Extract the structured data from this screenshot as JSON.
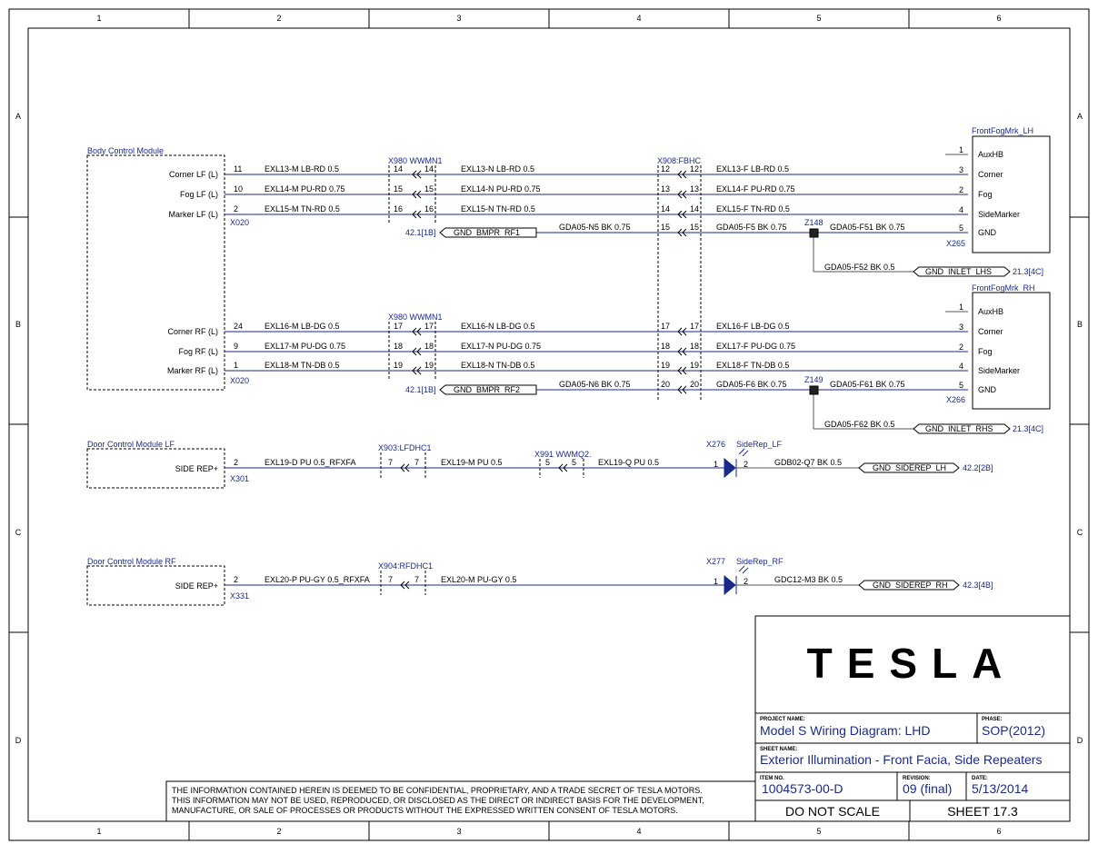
{
  "grid": {
    "cols": [
      "1",
      "2",
      "3",
      "4",
      "5",
      "6"
    ],
    "rows": [
      "A",
      "B",
      "C",
      "D"
    ]
  },
  "bcm": {
    "title": "Body Control Module",
    "conn_lf": "X020",
    "conn_rf": "X020",
    "pins_lf": [
      {
        "label": "Corner LF (L)",
        "pin": "11",
        "wire": "EXL13-M LB-RD 0.5"
      },
      {
        "label": "Fog LF (L)",
        "pin": "10",
        "wire": "EXL14-M PU-RD 0.75"
      },
      {
        "label": "Marker LF (L)",
        "pin": "2",
        "wire": "EXL15-M TN-RD 0.5"
      }
    ],
    "pins_rf": [
      {
        "label": "Corner RF (L)",
        "pin": "24",
        "wire": "EXL16-M LB-DG 0.5"
      },
      {
        "label": "Fog RF (L)",
        "pin": "9",
        "wire": "EXL17-M PU-DG 0.75"
      },
      {
        "label": "Marker RF (L)",
        "pin": "1",
        "wire": "EXL18-M TN-DB 0.5"
      }
    ]
  },
  "inline_lh": {
    "x980": "X980 WWMN1",
    "x908": "X908:FBHC",
    "x980_pins": [
      [
        "14",
        "14"
      ],
      [
        "15",
        "15"
      ],
      [
        "16",
        "16"
      ]
    ],
    "mid_wires": [
      "EXL13-N LB-RD 0.5",
      "EXL14-N PU-RD 0.75",
      "EXL15-N TN-RD 0.5"
    ],
    "x908_pins": [
      [
        "12",
        "12"
      ],
      [
        "13",
        "13"
      ],
      [
        "14",
        "14"
      ],
      [
        "15",
        "15"
      ]
    ],
    "end_wires": [
      "EXL13-F LB-RD 0.5",
      "EXL14-F PU-RD 0.75",
      "EXL15-F TN-RD 0.5",
      "GDA05-F5 BK 0.75"
    ],
    "gnd_ref": "42.1[1B]",
    "gnd_flag": "GND_BMPR_RF1",
    "gnd_wire": "GDA05-N5 BK 0.75",
    "splice": "Z148",
    "splice_out": "GDA05-F51 BK 0.75",
    "down_wire": "GDA05-F52 BK 0.5",
    "down_flag": "GND_INLET_LHS",
    "down_ref": "21.3[4C]"
  },
  "inline_rh": {
    "x980": "X980 WWMN1",
    "x980_pins": [
      [
        "17",
        "17"
      ],
      [
        "18",
        "18"
      ],
      [
        "19",
        "19"
      ]
    ],
    "mid_wires": [
      "EXL16-N LB-DG 0.5",
      "EXL17-N PU-DG 0.75",
      "EXL18-N TN-DB 0.5"
    ],
    "x908_pins": [
      [
        "17",
        "17"
      ],
      [
        "18",
        "18"
      ],
      [
        "19",
        "19"
      ],
      [
        "20",
        "20"
      ]
    ],
    "end_wires": [
      "EXL16-F LB-DG 0.5",
      "EXL17-F PU-DG 0.75",
      "EXL18-F TN-DB 0.5",
      "GDA05-F6 BK 0.75"
    ],
    "gnd_ref": "42.1[1B]",
    "gnd_flag": "GND_BMPR_RF2",
    "gnd_wire": "GDA05-N6 BK 0.75",
    "splice": "Z149",
    "splice_out": "GDA05-F61 BK 0.75",
    "down_wire": "GDA05-F62 BK 0.5",
    "down_flag": "GND_INLET_RHS",
    "down_ref": "21.3[4C]"
  },
  "fog_lh": {
    "title": "FrontFogMrk_LH",
    "conn": "X265",
    "pins": [
      {
        "pin": "1",
        "label": "AuxHB"
      },
      {
        "pin": "3",
        "label": "Corner"
      },
      {
        "pin": "2",
        "label": "Fog"
      },
      {
        "pin": "4",
        "label": "SideMarker"
      },
      {
        "pin": "5",
        "label": "GND"
      }
    ]
  },
  "fog_rh": {
    "title": "FrontFogMrk_RH",
    "conn": "X266",
    "pins": [
      {
        "pin": "1",
        "label": "AuxHB"
      },
      {
        "pin": "3",
        "label": "Corner"
      },
      {
        "pin": "2",
        "label": "Fog"
      },
      {
        "pin": "4",
        "label": "SideMarker"
      },
      {
        "pin": "5",
        "label": "GND"
      }
    ]
  },
  "dcm_lf": {
    "title": "Door Control Module LF",
    "label": "SIDE REP+",
    "pin": "2",
    "conn": "X301",
    "wire1": "EXL19-D PU 0.5_RFXFA",
    "inline1": "X903:LFDHC1",
    "inline1_pins": [
      "7",
      "7"
    ],
    "wire2": "EXL19-M PU 0.5",
    "inline2": "X991 WWMQ2.",
    "inline2_pins": [
      "5",
      "5"
    ],
    "wire3": "EXL19-Q PU 0.5",
    "lamp_conn": "X276",
    "lamp_name": "SideRep_LF",
    "lamp_pins": [
      "1",
      "2"
    ],
    "gnd_wire": "GDB02-Q7 BK 0.5",
    "gnd_flag": "GND_SIDEREP_LH",
    "gnd_ref": "42.2[2B]"
  },
  "dcm_rf": {
    "title": "Door Control Module RF",
    "label": "SIDE REP+",
    "pin": "2",
    "conn": "X331",
    "wire1": "EXL20-P PU-GY 0.5_RFXFA",
    "inline1": "X904:RFDHC1",
    "inline1_pins": [
      "7",
      "7"
    ],
    "wire2": "EXL20-M PU-GY 0.5",
    "lamp_conn": "X277",
    "lamp_name": "SideRep_RF",
    "lamp_pins": [
      "1",
      "2"
    ],
    "gnd_wire": "GDC12-M3 BK 0.5",
    "gnd_flag": "GND_SIDEREP_RH",
    "gnd_ref": "42.3[4B]"
  },
  "title_block": {
    "logo": "TESLA",
    "project_label": "PROJECT NAME:",
    "project": "Model S Wiring Diagram: LHD",
    "phase_label": "PHASE:",
    "phase": "SOP(2012)",
    "sheet_name_label": "SHEET NAME:",
    "sheet_name": "Exterior Illumination - Front Facia, Side Repeaters",
    "item_label": "ITEM NO.",
    "item": "1004573-00-D",
    "revision_label": "REVISION:",
    "revision": "09 (final)",
    "date_label": "DATE:",
    "date": "5/13/2014",
    "scale": "DO NOT SCALE",
    "sheet": "SHEET 17.3"
  },
  "disclaimer": [
    "THE INFORMATION CONTAINED HEREIN IS DEEMED TO BE CONFIDENTIAL, PROPRIETARY, AND A TRADE SECRET OF TESLA MOTORS.",
    "THIS INFORMATION MAY NOT BE USED, REPRODUCED, OR DISCLOSED AS THE DIRECT OR INDIRECT BASIS FOR THE DEVELOPMENT,",
    "MANUFACTURE, OR SALE OF PROCESSES OR PRODUCTS WITHOUT THE EXPRESSED WRITTEN CONSENT OF TESLA MOTORS."
  ]
}
